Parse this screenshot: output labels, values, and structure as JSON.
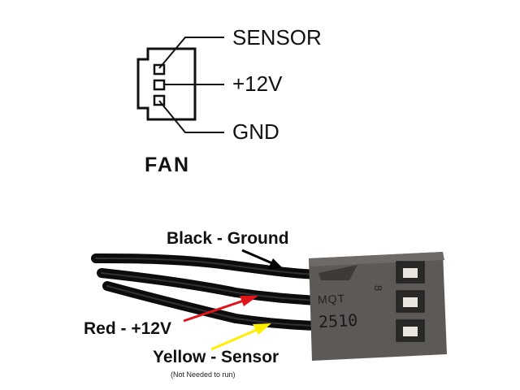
{
  "schematic": {
    "pins": {
      "sensor": "SENSOR",
      "v12": "+12V",
      "gnd": "GND"
    },
    "title": "FAN"
  },
  "photo": {
    "labels": {
      "black": "Black - Ground",
      "red": "Red - +12V",
      "yellow": "Yellow - Sensor",
      "note": "(Not Needed to run)"
    },
    "connector_markings": {
      "brand": "MQT",
      "model": "2510",
      "pin_mark": "8"
    },
    "arrow_colors": {
      "black": "#000000",
      "red": "#e0141b",
      "yellow": "#ffee00"
    }
  }
}
